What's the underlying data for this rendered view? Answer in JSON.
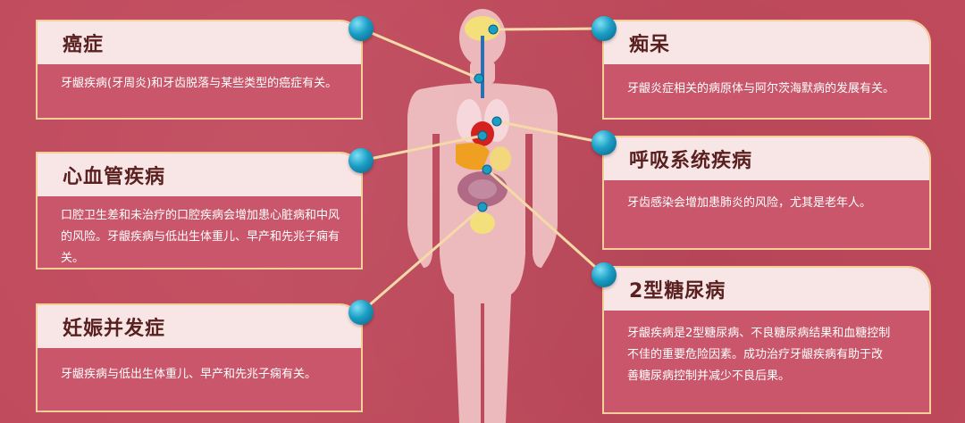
{
  "cards": {
    "cancer": {
      "title": "癌症",
      "desc": "牙龈疾病(牙周炎)和牙齿脱落与某些类型的癌症有关。"
    },
    "cardio": {
      "title": "心血管疾病",
      "desc": "口腔卫生差和未治疗的口腔疾病会增加患心脏病和中风的风险。牙龈疾病与低出生体重儿、早产和先兆子痫有关。"
    },
    "pregnancy": {
      "title": "妊娠并发症",
      "desc": "牙龈疾病与低出生体重儿、早产和先兆子痫有关。"
    },
    "dementia": {
      "title": "痴呆",
      "desc": "牙龈炎症相关的病原体与阿尔茨海默病的发展有关。"
    },
    "respiratory": {
      "title": "呼吸系统疾病",
      "desc": "牙齿感染会增加患肺炎的风险，尤其是老年人。"
    },
    "diabetes": {
      "title": "2型糖尿病",
      "desc": "牙龈疾病是2型糖尿病、不良糖尿病结果和血糖控制不佳的重要危险因素。成功治疗牙龈疾病有助于改善糖尿病控制并减少不良后果。"
    }
  },
  "colors": {
    "background": "#c04a5c",
    "card_border": "#f5cf9a",
    "card_header": "#f8e6e6",
    "title_text": "#5a1f1f",
    "connector": "#f5d9a8",
    "ball": "#1b9ec4"
  }
}
